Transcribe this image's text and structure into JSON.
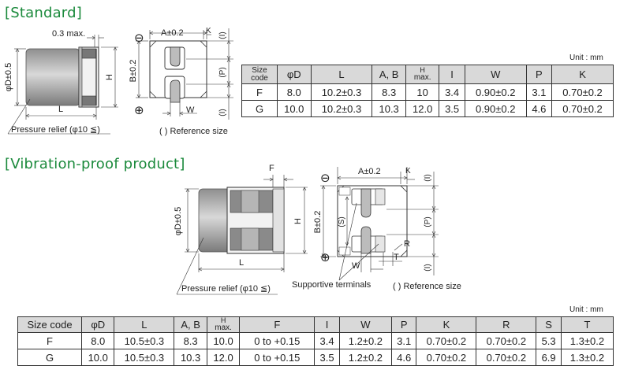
{
  "standard": {
    "heading": "[Standard]",
    "unit": "Unit : mm",
    "reference_note": "( ) Reference size",
    "pressure_relief": "Pressure relief (φ10 ≦)",
    "labels": {
      "max03": "0.3 max.",
      "phiD": "φD±0.5",
      "L": "L",
      "H": "H",
      "A": "A±0.2",
      "B": "B±0.2",
      "K": "K",
      "I": "(I)",
      "P": "(P)",
      "W": "W",
      "minus": "⊖",
      "plus": "⊕"
    },
    "table": {
      "headers": [
        "Size code",
        "φD",
        "L",
        "A, B",
        "H max.",
        "I",
        "W",
        "P",
        "K"
      ],
      "header_parts": {
        "size_top": "Size",
        "size_bottom": "code",
        "h_top": "H",
        "h_bottom": "max."
      },
      "rows": [
        [
          "F",
          "8.0",
          "10.2±0.3",
          "8.3",
          "10",
          "3.4",
          "0.90±0.2",
          "3.1",
          "0.70±0.2"
        ],
        [
          "G",
          "10.0",
          "10.2±0.3",
          "10.3",
          "12.0",
          "3.5",
          "0.90±0.2",
          "4.6",
          "0.70±0.2"
        ]
      ]
    }
  },
  "vibration": {
    "heading": "[Vibration-proof product]",
    "unit": "Unit : mm",
    "reference_note": "( ) Reference size",
    "pressure_relief": "Pressure relief (φ10 ≦)",
    "supportive": "Supportive terminals",
    "labels": {
      "F": "F",
      "phiD": "φD±0.5",
      "L": "L",
      "H": "H",
      "A": "A±0.2",
      "B": "B±0.2",
      "K": "K",
      "I": "(I)",
      "P": "(P)",
      "S": "(S)",
      "W": "W",
      "T": "T",
      "R": "R",
      "minus": "⊖",
      "plus": "⊕"
    },
    "table": {
      "headers": [
        "Size code",
        "φD",
        "L",
        "A, B",
        "H max.",
        "F",
        "I",
        "W",
        "P",
        "K",
        "R",
        "S",
        "T"
      ],
      "header_parts": {
        "h_top": "H",
        "h_bottom": "max."
      },
      "rows": [
        [
          "F",
          "8.0",
          "10.5±0.3",
          "8.3",
          "10.0",
          "0 to +0.15",
          "3.4",
          "1.2±0.2",
          "3.1",
          "0.70±0.2",
          "0.70±0.2",
          "5.3",
          "1.3±0.2"
        ],
        [
          "G",
          "10.0",
          "10.5±0.3",
          "10.3",
          "12.0",
          "0 to +0.15",
          "3.5",
          "1.2±0.2",
          "4.6",
          "0.70±0.2",
          "0.70±0.2",
          "6.9",
          "1.3±0.2"
        ]
      ]
    }
  }
}
